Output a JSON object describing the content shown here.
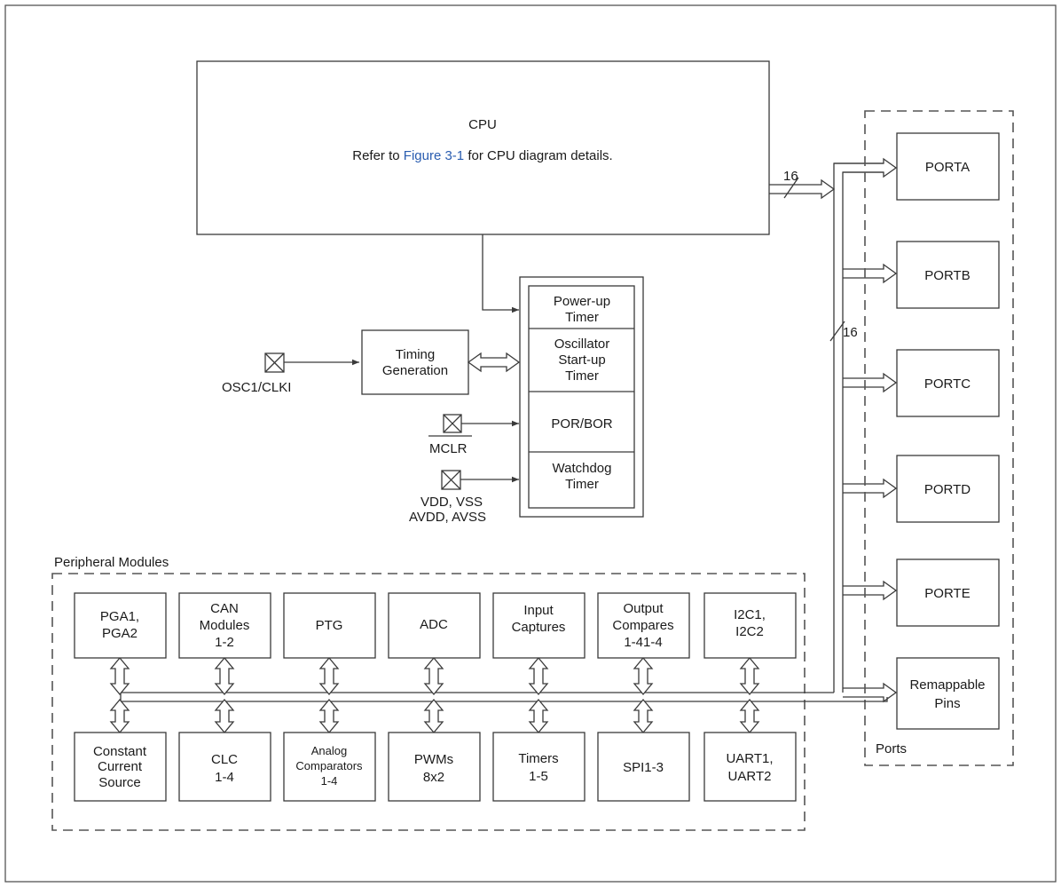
{
  "cpu": {
    "title": "CPU",
    "note_before": "Refer to ",
    "note_link": "Figure 3-1",
    "note_after": " for CPU diagram details."
  },
  "bus_width_top": "16",
  "bus_width_right": "16",
  "timing": {
    "line1": "Timing",
    "line2": "Generation"
  },
  "osc_pin": "OSC1/CLKI",
  "mclr_pin": "MCLR",
  "power_pins": {
    "line1": "VDD, VSS",
    "line2": "AVDD, AVSS"
  },
  "reset_stack": {
    "power_up": [
      "Power-up",
      "Timer"
    ],
    "osc_startup": [
      "Oscillator",
      "Start-up",
      "Timer"
    ],
    "por_bor": [
      "POR/BOR"
    ],
    "watchdog": [
      "Watchdog",
      "Timer"
    ]
  },
  "ports": {
    "title": "Ports",
    "items": [
      "PORTA",
      "PORTB",
      "PORTC",
      "PORTD",
      "PORTE"
    ],
    "remap": [
      "Remappable",
      "Pins"
    ]
  },
  "peripherals": {
    "title": "Peripheral Modules",
    "top": [
      [
        "PGA1,",
        "PGA2"
      ],
      [
        "CAN",
        "Modules",
        "1-2"
      ],
      [
        "PTG"
      ],
      [
        "ADC"
      ],
      [
        "Input",
        "Captures"
      ],
      [
        "Output",
        "Compares",
        "1-41-4"
      ],
      [
        "I2C1,",
        "I2C2"
      ]
    ],
    "bottom": [
      [
        "Constant",
        "Current",
        "Source"
      ],
      [
        "CLC",
        "1-4"
      ],
      [
        "Analog",
        "Comparators",
        "1-4"
      ],
      [
        "PWMs",
        "8x2"
      ],
      [
        "Timers",
        "1-5"
      ],
      [
        "SPI1-3"
      ],
      [
        "UART1,",
        "UART2"
      ]
    ]
  }
}
